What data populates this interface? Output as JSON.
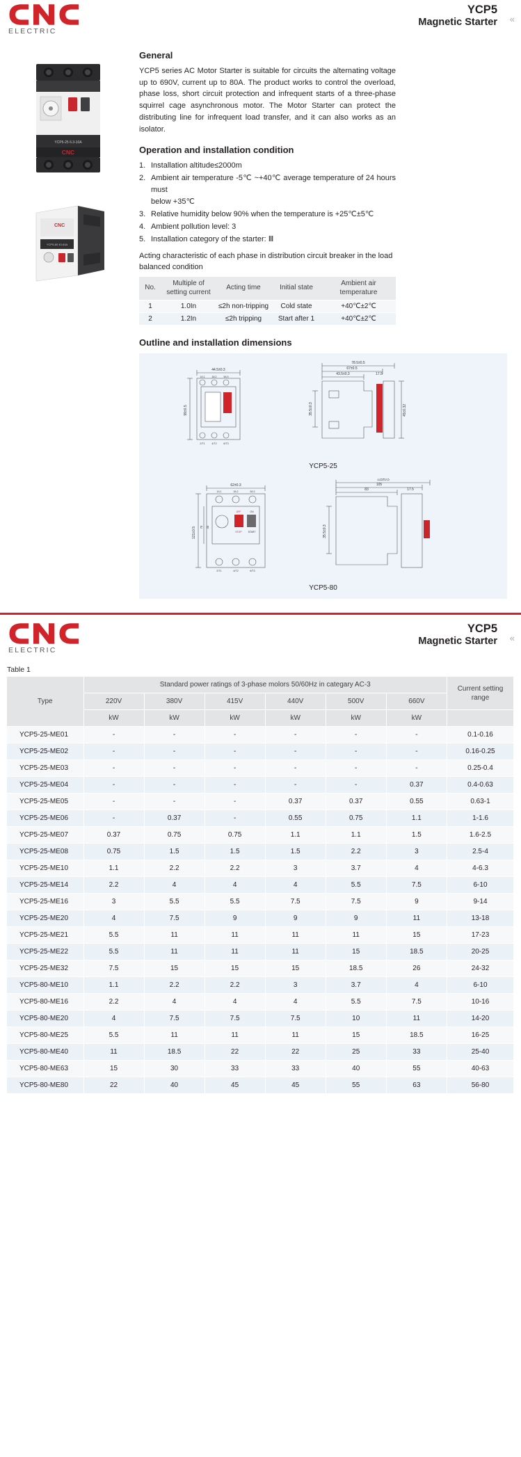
{
  "header": {
    "logo_text": "CNC",
    "logo_sub": "ELECTRIC",
    "title": "YCP5",
    "subtitle": "Magnetic Starter",
    "chevron": "«"
  },
  "general": {
    "heading": "General",
    "paragraph": "YCP5 series AC Motor Starter is suitable for circuits the alternating voltage up to 690V, current up to 80A. The product works to control the overload, phase loss, short circuit protection and infrequent starts of a three-phase squirrel cage asynchronous motor. The Motor Starter can protect the distributing line for infrequent load transfer, and it can also works as an isolator."
  },
  "operation": {
    "heading": "Operation and installation condition",
    "items": [
      {
        "num": "1.",
        "text": "Installation altitude≤2000m"
      },
      {
        "num": "2.",
        "text": "Ambient air temperature -5℃ ~+40℃ average temperature of 24 hours must"
      },
      {
        "num": "3.",
        "text": "Relative humidity below 90% when the temperature is +25℃±5℃"
      },
      {
        "num": "4.",
        "text": "Ambient pollution level: 3"
      },
      {
        "num": "5.",
        "text": "Installation category of the starter: Ⅲ"
      }
    ],
    "item2_cont": "below +35℃",
    "lead": "Acting characteristic of each phase in distribution circuit breaker in the load balanced condition"
  },
  "acting_table": {
    "headers": [
      "No.",
      "Multiple of setting current",
      "Acting time",
      "Initial state",
      "Ambient air temperature"
    ],
    "rows": [
      [
        "1",
        "1.0In",
        "≤2h non-tripping",
        "Cold state",
        "+40℃±2℃"
      ],
      [
        "2",
        "1.2In",
        "≤2h tripping",
        "Start after 1",
        "+40℃±2℃"
      ]
    ]
  },
  "dimensions": {
    "heading": "Outline and installation dimensions",
    "caption_top": "YCP5-25",
    "caption_bottom": "YCP5-80",
    "top_labels": {
      "w1": "44.5±0.3",
      "h1": "99±0.5",
      "w2": "78.5±0.5",
      "w3": "67±0.5",
      "w4": "43.5±0.3",
      "w5": "17.5",
      "h2": "35.5±0.3",
      "h3": "45±0.32",
      "t1": "1/L1",
      "t2": "3/L2",
      "t3": "5/L3",
      "b1": "2/T1",
      "b2": "4/T2",
      "b3": "6/T3"
    },
    "bottom_labels": {
      "w1": "62±0.3",
      "h1": "121±0.5",
      "h2": "70",
      "h3": "45",
      "w2": "115±0.5",
      "w3": "105",
      "w4": "83",
      "w5": "17.5",
      "h4": "35.5±0.3",
      "t1": "1/L1",
      "t2": "3/L2",
      "t3": "5/L3",
      "b1": "2/T1",
      "b2": "4/T2",
      "b3": "6/T3",
      "stop": "STOP",
      "start": "START",
      "off": "OFF",
      "on": "ON"
    }
  },
  "table1": {
    "label": "Table 1",
    "col_type": "Type",
    "group_header": "Standard power ratings of 3-phase molors 50/60Hz in categary AC-3",
    "col_range": "Current setting range",
    "voltages": [
      "220V",
      "380V",
      "415V",
      "440V",
      "500V",
      "660V"
    ],
    "units": [
      "kW",
      "kW",
      "kW",
      "kW",
      "kW",
      "kW"
    ],
    "rows": [
      {
        "type": "YCP5-25-ME01",
        "v": [
          "-",
          "-",
          "-",
          "-",
          "-",
          "-"
        ],
        "range": "0.1-0.16"
      },
      {
        "type": "YCP5-25-ME02",
        "v": [
          "-",
          "-",
          "-",
          "-",
          "-",
          "-"
        ],
        "range": "0.16-0.25"
      },
      {
        "type": "YCP5-25-ME03",
        "v": [
          "-",
          "-",
          "-",
          "-",
          "-",
          "-"
        ],
        "range": "0.25-0.4"
      },
      {
        "type": "YCP5-25-ME04",
        "v": [
          "-",
          "-",
          "-",
          "-",
          "-",
          "0.37"
        ],
        "range": "0.4-0.63"
      },
      {
        "type": "YCP5-25-ME05",
        "v": [
          "-",
          "-",
          "-",
          "0.37",
          "0.37",
          "0.55"
        ],
        "range": "0.63-1"
      },
      {
        "type": "YCP5-25-ME06",
        "v": [
          "-",
          "0.37",
          "-",
          "0.55",
          "0.75",
          "1.1"
        ],
        "range": "1-1.6"
      },
      {
        "type": "YCP5-25-ME07",
        "v": [
          "0.37",
          "0.75",
          "0.75",
          "1.1",
          "1.1",
          "1.5"
        ],
        "range": "1.6-2.5"
      },
      {
        "type": "YCP5-25-ME08",
        "v": [
          "0.75",
          "1.5",
          "1.5",
          "1.5",
          "2.2",
          "3"
        ],
        "range": "2.5-4"
      },
      {
        "type": "YCP5-25-ME10",
        "v": [
          "1.1",
          "2.2",
          "2.2",
          "3",
          "3.7",
          "4"
        ],
        "range": "4-6.3"
      },
      {
        "type": "YCP5-25-ME14",
        "v": [
          "2.2",
          "4",
          "4",
          "4",
          "5.5",
          "7.5"
        ],
        "range": "6-10"
      },
      {
        "type": "YCP5-25-ME16",
        "v": [
          "3",
          "5.5",
          "5.5",
          "7.5",
          "7.5",
          "9"
        ],
        "range": "9-14"
      },
      {
        "type": "YCP5-25-ME20",
        "v": [
          "4",
          "7.5",
          "9",
          "9",
          "9",
          "11"
        ],
        "range": "13-18"
      },
      {
        "type": "YCP5-25-ME21",
        "v": [
          "5.5",
          "11",
          "11",
          "11",
          "11",
          "15"
        ],
        "range": "17-23"
      },
      {
        "type": "YCP5-25-ME22",
        "v": [
          "5.5",
          "11",
          "11",
          "11",
          "15",
          "18.5"
        ],
        "range": "20-25"
      },
      {
        "type": "YCP5-25-ME32",
        "v": [
          "7.5",
          "15",
          "15",
          "15",
          "18.5",
          "26"
        ],
        "range": "24-32"
      },
      {
        "type": "YCP5-80-ME10",
        "v": [
          "1.1",
          "2.2",
          "2.2",
          "3",
          "3.7",
          "4"
        ],
        "range": "6-10"
      },
      {
        "type": "YCP5-80-ME16",
        "v": [
          "2.2",
          "4",
          "4",
          "4",
          "5.5",
          "7.5"
        ],
        "range": "10-16"
      },
      {
        "type": "YCP5-80-ME20",
        "v": [
          "4",
          "7.5",
          "7.5",
          "7.5",
          "10",
          "11"
        ],
        "range": "14-20"
      },
      {
        "type": "YCP5-80-ME25",
        "v": [
          "5.5",
          "11",
          "11",
          "11",
          "15",
          "18.5"
        ],
        "range": "16-25"
      },
      {
        "type": "YCP5-80-ME40",
        "v": [
          "11",
          "18.5",
          "22",
          "22",
          "25",
          "33"
        ],
        "range": "25-40"
      },
      {
        "type": "YCP5-80-ME63",
        "v": [
          "15",
          "30",
          "33",
          "33",
          "40",
          "55"
        ],
        "range": "40-63"
      },
      {
        "type": "YCP5-80-ME80",
        "v": [
          "22",
          "40",
          "45",
          "45",
          "55",
          "63"
        ],
        "range": "56-80"
      }
    ]
  },
  "colors": {
    "brand_red": "#d1232a",
    "header_gray": "#e3e4e5",
    "row_odd": "#f7f8f9",
    "row_even": "#eaf1f7",
    "dims_bg": "#eef4f9"
  }
}
